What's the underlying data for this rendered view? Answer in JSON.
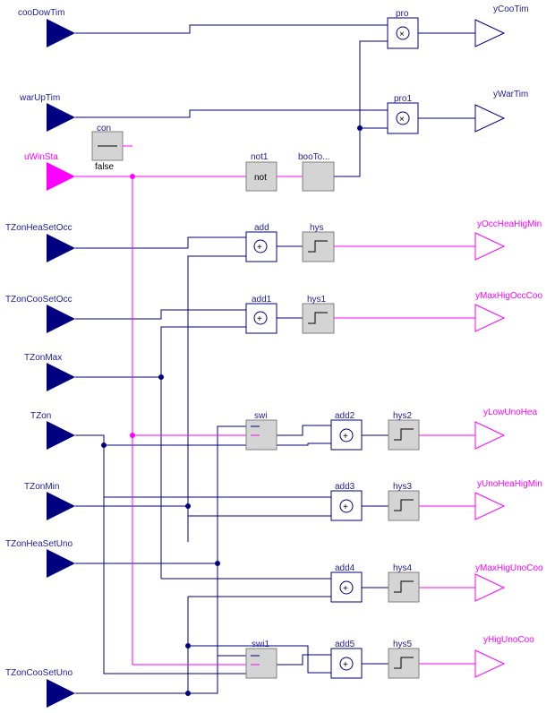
{
  "inputs": {
    "cooDowTim": "cooDowTim",
    "warUpTim": "warUpTim",
    "uWinSta": "uWinSta",
    "TZonHeaSetOcc": "TZonHeaSetOcc",
    "TZonCooSetOcc": "TZonCooSetOcc",
    "TZonMax": "TZonMax",
    "TZon": "TZon",
    "TZonMin": "TZonMin",
    "TZonHeaSetUno": "TZonHeaSetUno",
    "TZonCooSetUno": "TZonCooSetUno"
  },
  "outputs": {
    "yCooTim": "yCooTim",
    "yWarTim": "yWarTim",
    "yOccHeaHigMin": "yOccHeaHigMin",
    "yMaxHigOccCoo": "yMaxHigOccCoo",
    "yLowUnoHea": "yLowUnoHea",
    "yUnoHeaHigMin": "yUnoHeaHigMin",
    "yMaxHigUnoCoo": "yMaxHigUnoCoo",
    "yHigUnoCoo": "yHigUnoCoo"
  },
  "blocks": {
    "pro": "pro",
    "pro1": "pro1",
    "con": "con",
    "con_value": "false",
    "not1": "not1",
    "not1_text": "not",
    "booTo": "booTo...",
    "add": "add",
    "add1": "add1",
    "add2": "add2",
    "add3": "add3",
    "add4": "add4",
    "add5": "add5",
    "hys": "hys",
    "hys1": "hys1",
    "hys2": "hys2",
    "hys3": "hys3",
    "hys4": "hys4",
    "hys5": "hys5",
    "swi": "swi",
    "swi1": "swi1"
  },
  "colors": {
    "real_signal": "#000080",
    "boolean_signal": "#ff00ff",
    "label_blue": "#1c1c9c"
  }
}
